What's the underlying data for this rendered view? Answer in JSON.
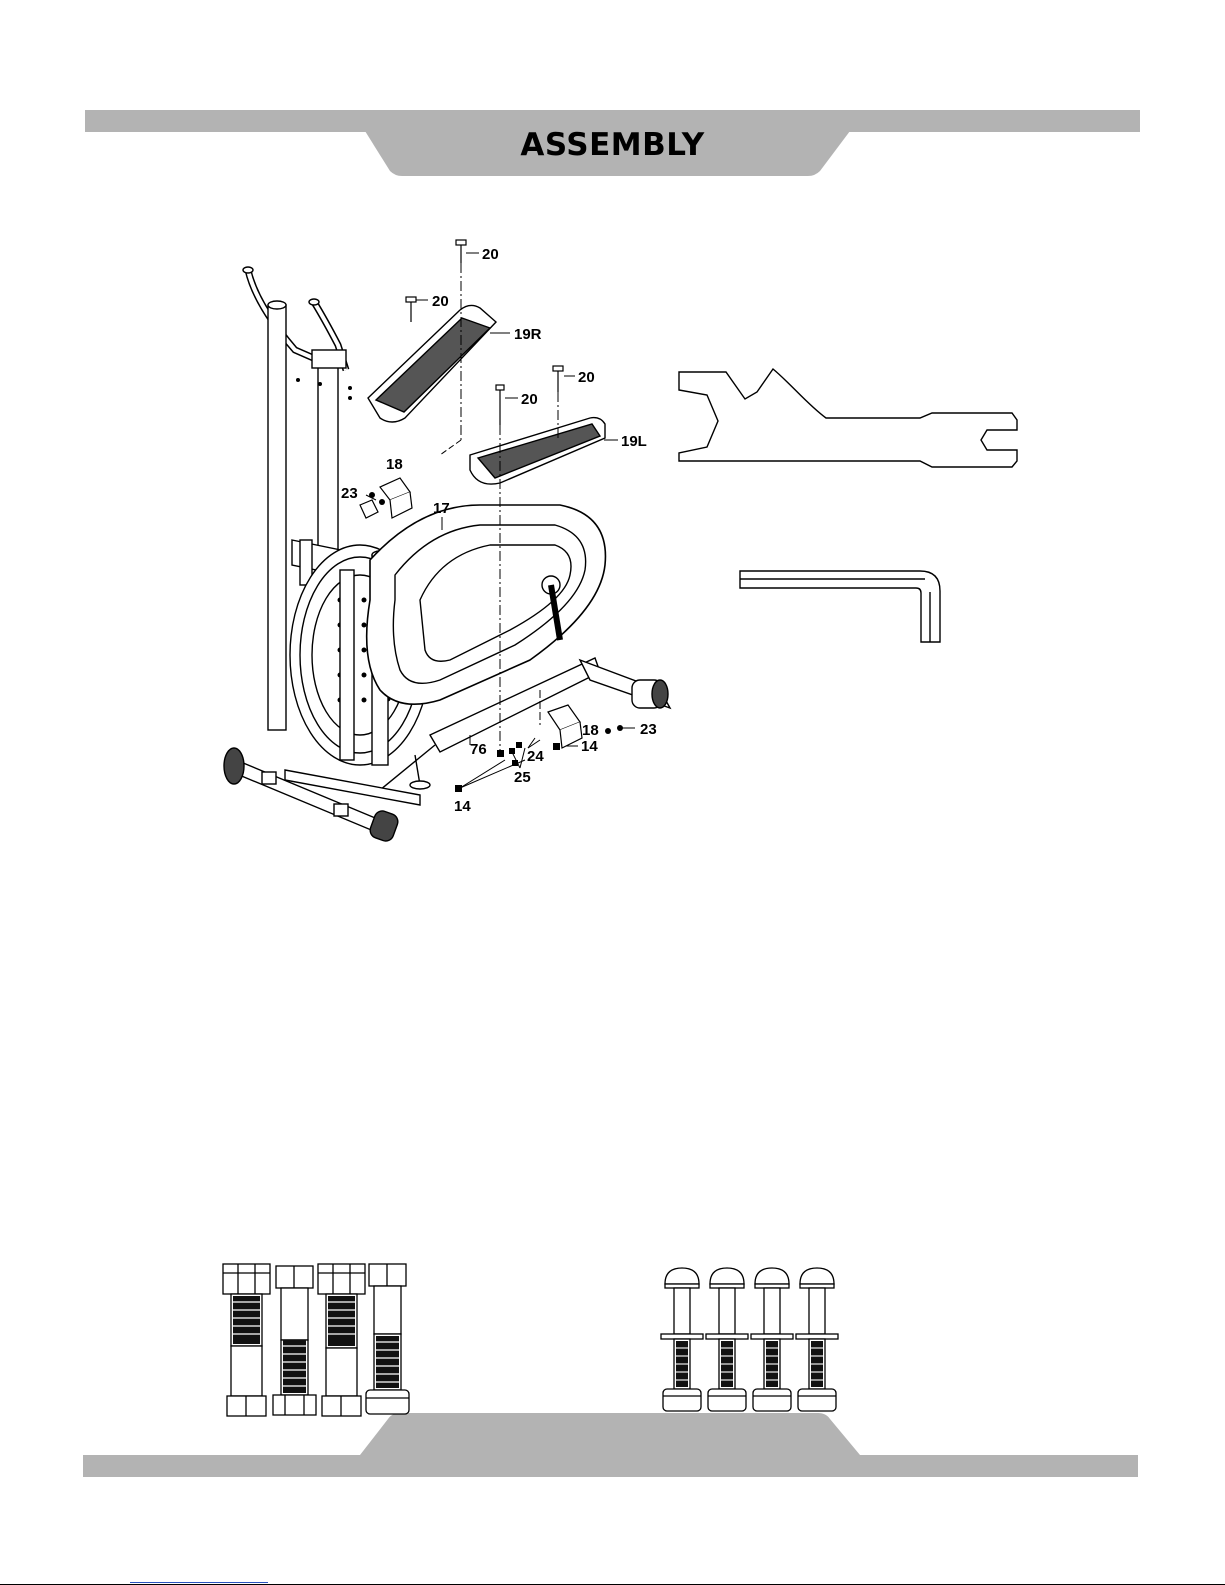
{
  "page": {
    "title": "ASSEMBLY"
  },
  "callouts": {
    "c20a": "20",
    "c20b": "20",
    "c20c": "20",
    "c20d": "20",
    "c19r": "19R",
    "c19l": "19L",
    "c18a": "18",
    "c18b": "18",
    "c23a": "23",
    "c23b": "23",
    "c17": "17",
    "c76": "76",
    "c24": "24",
    "c25": "25",
    "c14a": "14",
    "c14b": "14"
  },
  "colors": {
    "band": "#b3b3b3",
    "ink": "#000000",
    "footer_link": "#2a52be"
  },
  "illustrations": {
    "main": "elliptical-trainer-exploded-view",
    "tools": [
      "open-end-wrench-icon",
      "allen-key-icon"
    ],
    "hardware": [
      "hex-bolt-icon",
      "carriage-bolt-icon"
    ]
  }
}
